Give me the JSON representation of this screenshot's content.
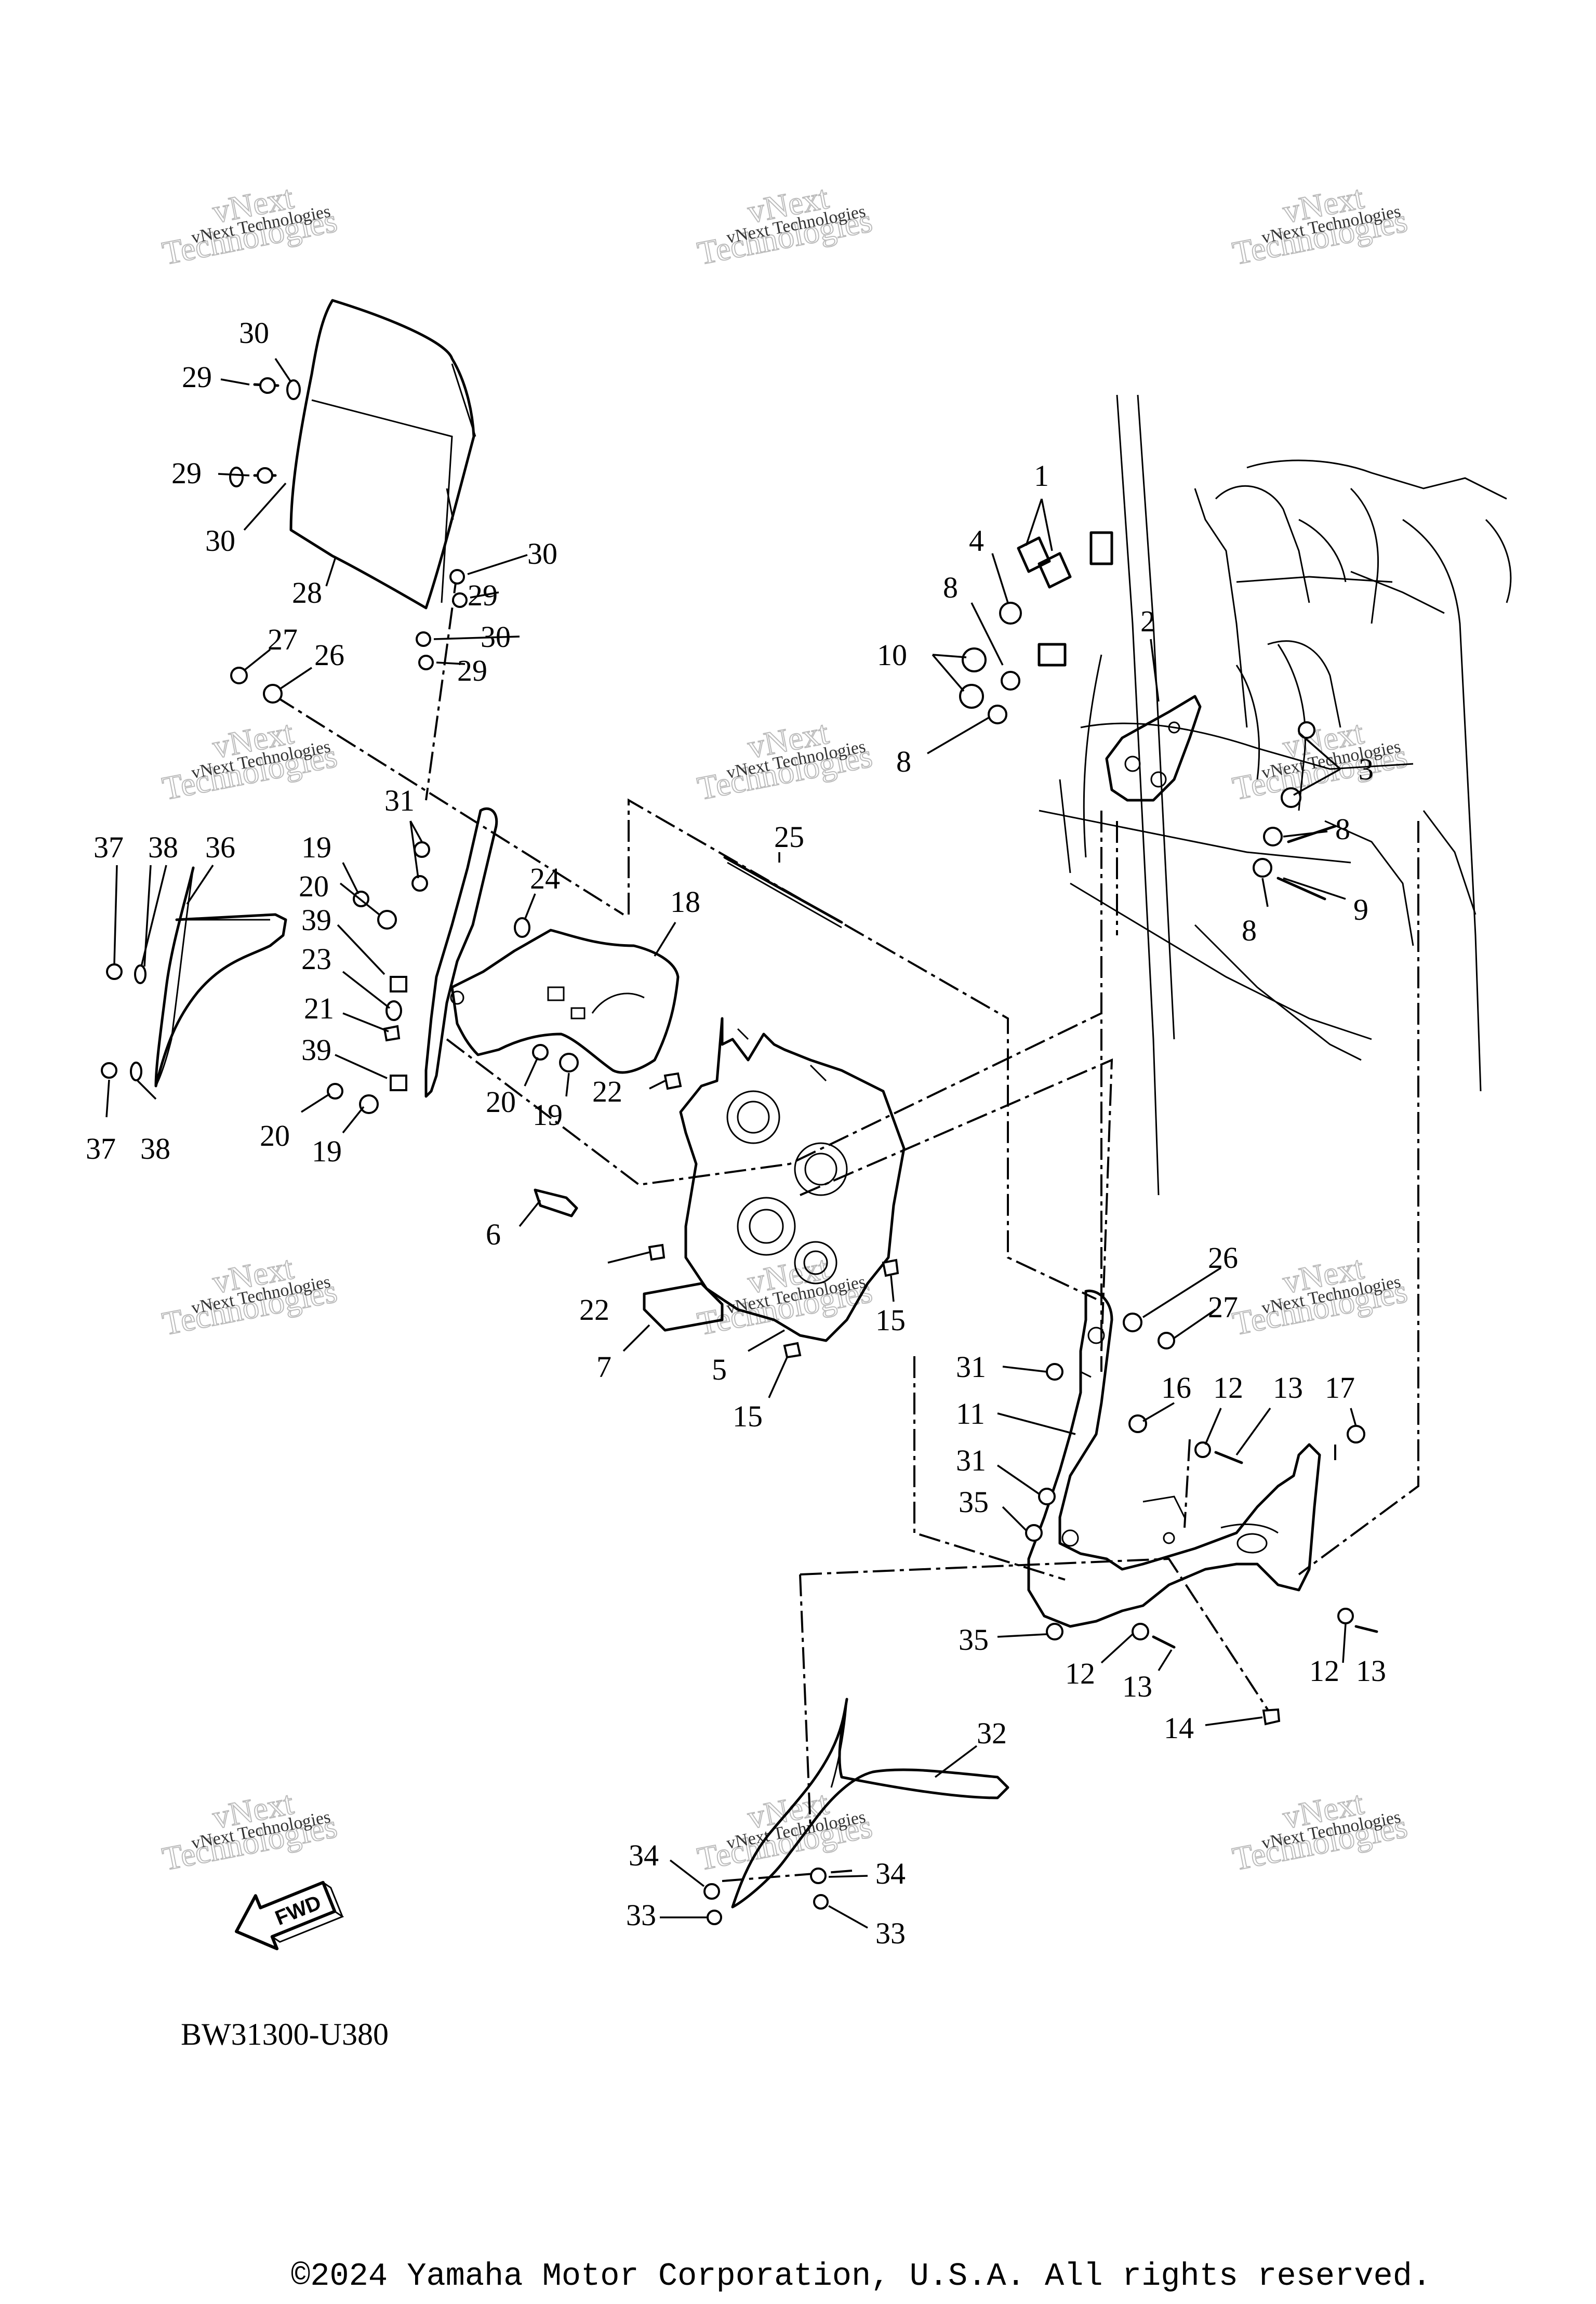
{
  "callouts": {
    "c1": "1",
    "c2": "2",
    "c3": "3",
    "c4": "4",
    "c5": "5",
    "c6": "6",
    "c7": "7",
    "c8a": "8",
    "c8b": "8",
    "c8c": "8",
    "c8d": "8",
    "c9": "9",
    "c10": "10",
    "c11": "11",
    "c12a": "12",
    "c12b": "12",
    "c12c": "12",
    "c13a": "13",
    "c13b": "13",
    "c13c": "13",
    "c14": "14",
    "c15a": "15",
    "c15b": "15",
    "c16": "16",
    "c17": "17",
    "c18": "18",
    "c19a": "19",
    "c19b": "19",
    "c19c": "19",
    "c20a": "20",
    "c20b": "20",
    "c20c": "20",
    "c21": "21",
    "c22a": "22",
    "c22b": "22",
    "c23": "23",
    "c24": "24",
    "c25": "25",
    "c26a": "26",
    "c26b": "26",
    "c27a": "27",
    "c27b": "27",
    "c28": "28",
    "c29a": "29",
    "c29b": "29",
    "c29c": "29",
    "c29d": "29",
    "c30a": "30",
    "c30b": "30",
    "c30c": "30",
    "c30d": "30",
    "c31a": "31",
    "c31b": "31",
    "c31c": "31",
    "c32": "32",
    "c33a": "33",
    "c33b": "33",
    "c34a": "34",
    "c34b": "34",
    "c35a": "35",
    "c35b": "35",
    "c36": "36",
    "c37a": "37",
    "c37b": "37",
    "c38a": "38",
    "c38b": "38",
    "c39a": "39",
    "c39b": "39"
  },
  "watermark": {
    "line1": "vNext Technologies",
    "line2": "Technologies",
    "overlay": "vNext"
  },
  "fwd_label": "FWD",
  "diagram_code": "BW31300-U380",
  "copyright": "©2024 Yamaha Motor Corporation, U.S.A. All rights reserved."
}
